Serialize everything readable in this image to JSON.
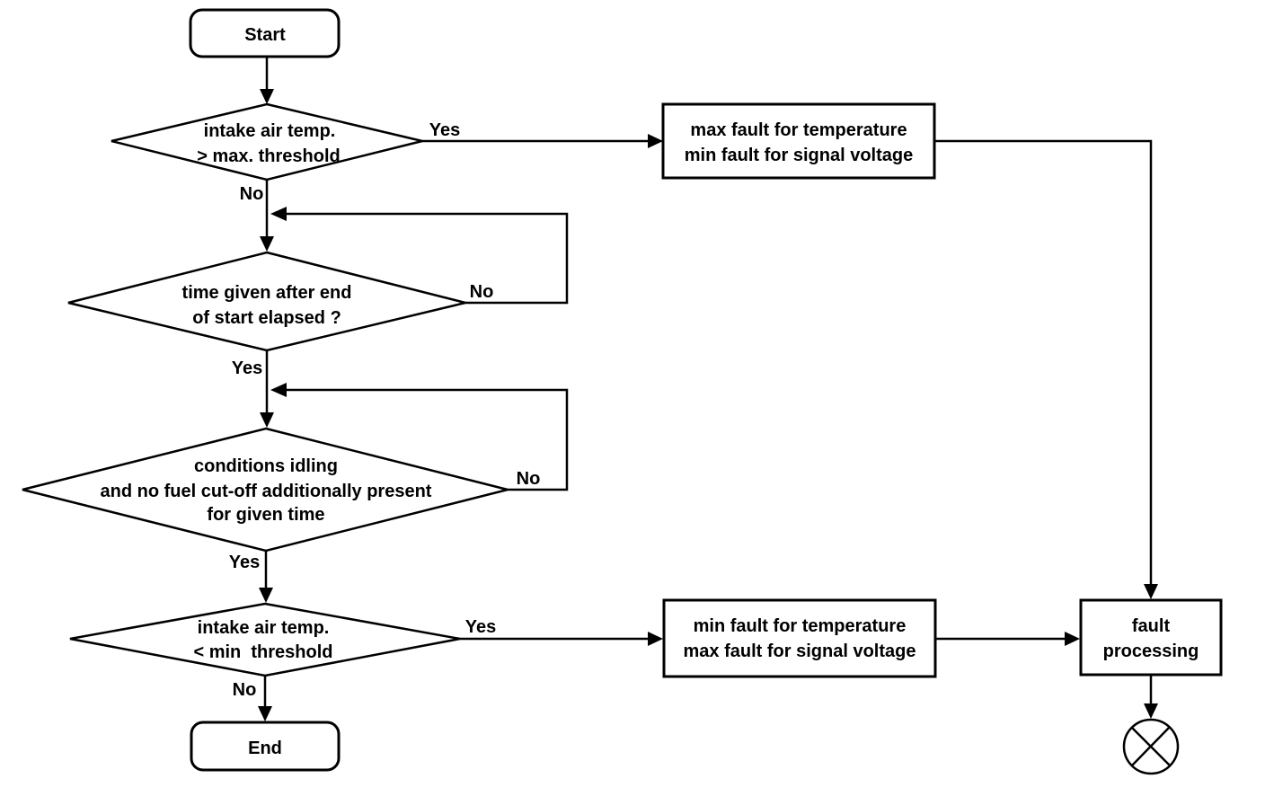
{
  "flowchart": {
    "nodes": {
      "start": {
        "label": "Start"
      },
      "decision_intake_max": {
        "line1": "intake air temp.",
        "line2": "> max. threshold"
      },
      "process_max_fault": {
        "line1": "max fault for temperature",
        "line2": "min fault for signal voltage"
      },
      "decision_time_elapsed": {
        "line1": "time given after end",
        "line2": "of start elapsed ?"
      },
      "decision_idling": {
        "line1": "conditions idling",
        "line2": "and no fuel cut-off additionally present",
        "line3": "for given time"
      },
      "decision_intake_min": {
        "line1": "intake air temp.",
        "line2": "< min  threshold"
      },
      "process_min_fault": {
        "line1": "min fault for temperature",
        "line2": "max fault for signal voltage"
      },
      "process_fault": {
        "line1": "fault",
        "line2": "processing"
      },
      "end": {
        "label": "End"
      }
    },
    "edge_labels": {
      "intake_max_yes": "Yes",
      "intake_max_no": "No",
      "time_elapsed_no": "No",
      "time_elapsed_yes": "Yes",
      "idling_no": "No",
      "idling_yes": "Yes",
      "intake_min_yes": "Yes",
      "intake_min_no": "No"
    },
    "colors": {
      "stroke": "#000000",
      "background": "#ffffff",
      "text": "#000000"
    }
  }
}
